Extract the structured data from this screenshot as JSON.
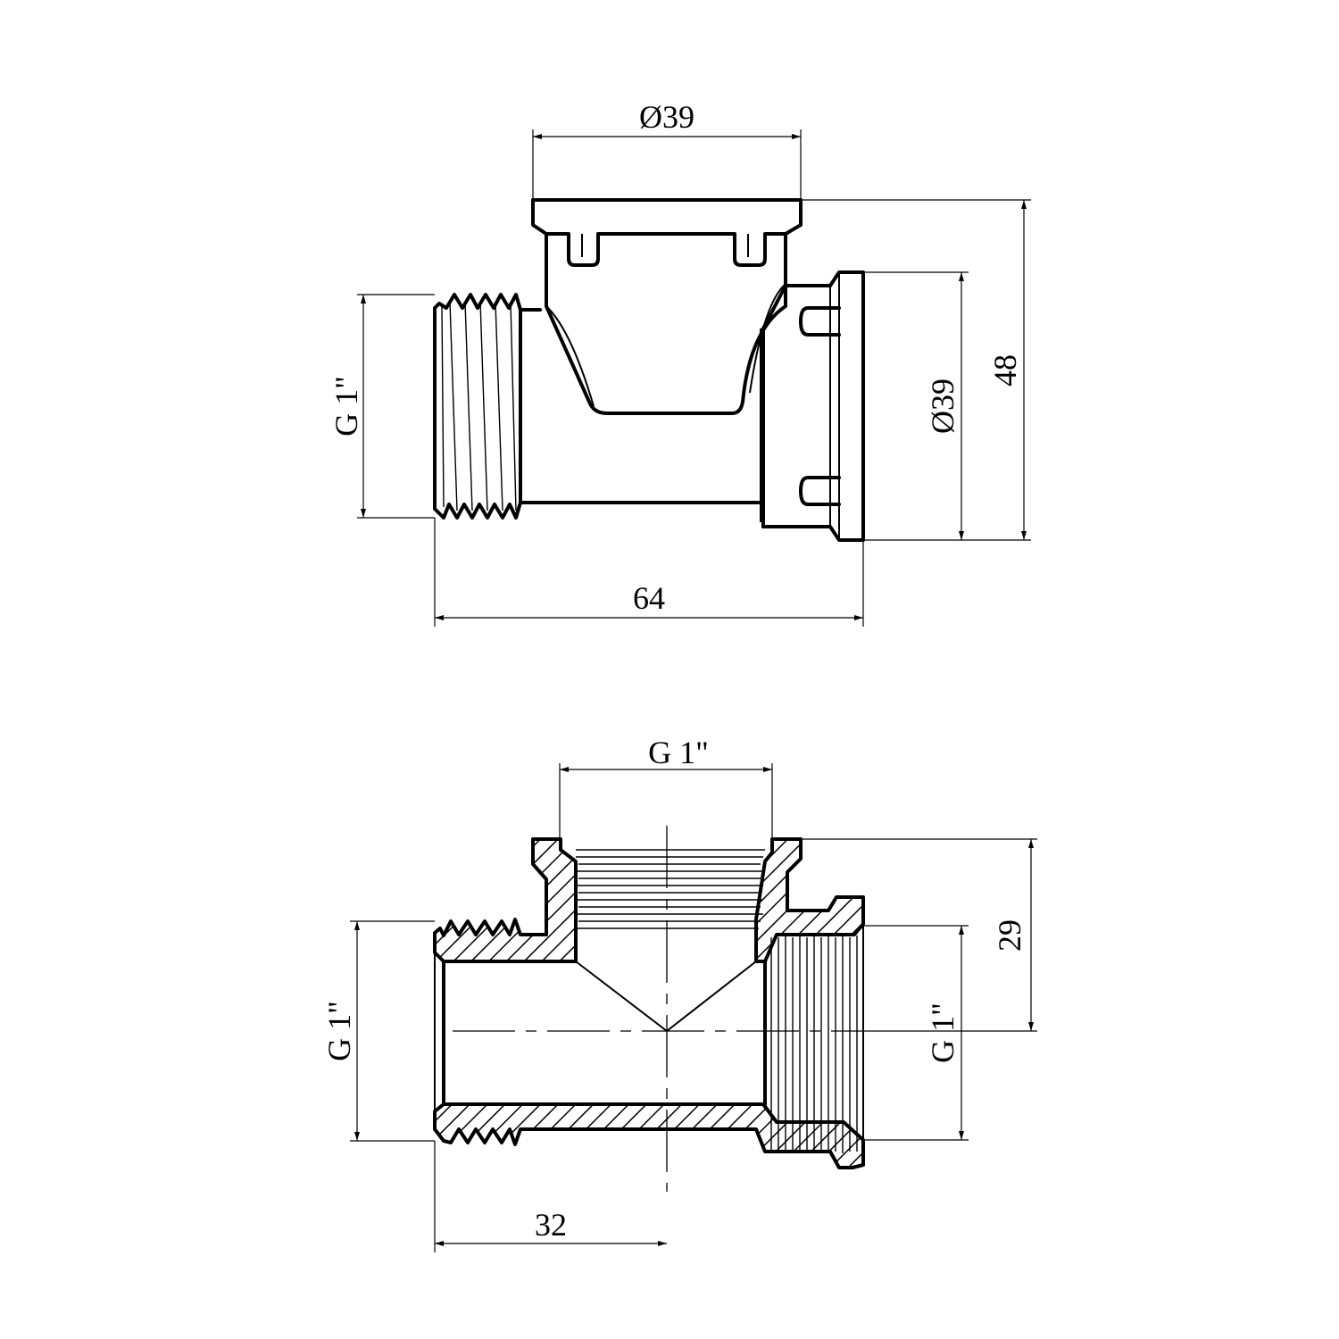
{
  "top_view": {
    "dim_top_diameter": "Ø39",
    "dim_right_diameter": "Ø39",
    "dim_height": "48",
    "dim_left_thread": "G 1\"",
    "dim_length": "64"
  },
  "section_view": {
    "dim_top_thread": "G 1\"",
    "dim_branch_height": "29",
    "dim_right_thread": "G 1\"",
    "dim_left_thread": "G 1\"",
    "dim_half_length": "32"
  },
  "colors": {
    "line": "#000000",
    "background": "#ffffff"
  }
}
